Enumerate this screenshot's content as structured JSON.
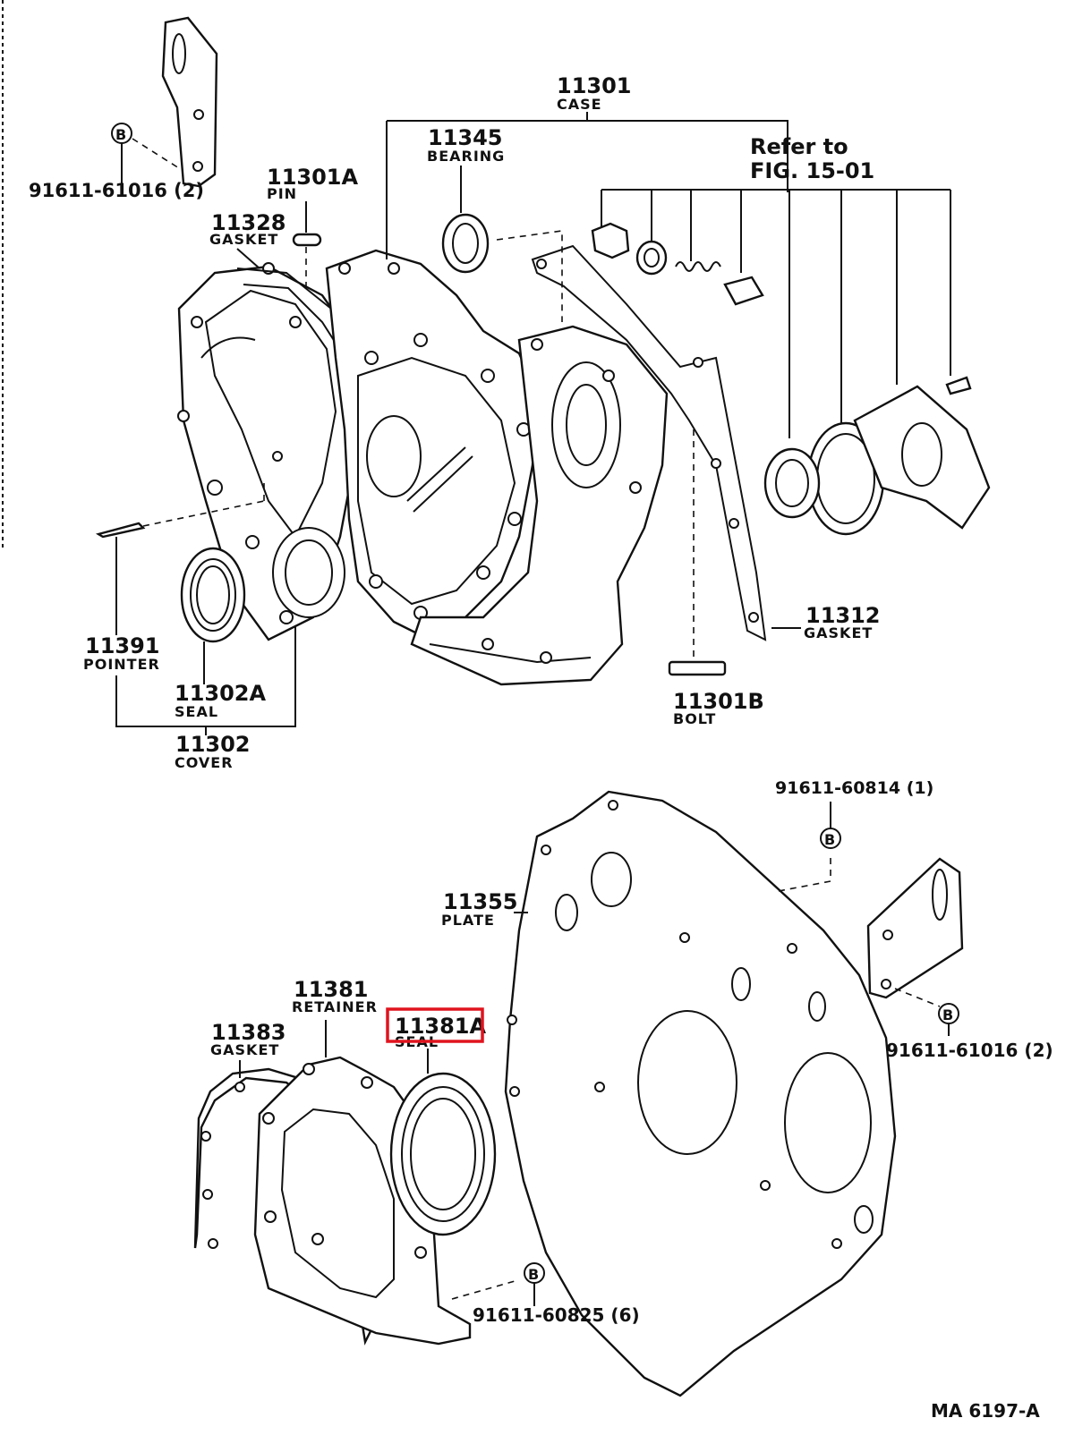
{
  "parts": {
    "p_91611_61016_top": {
      "number": "91611-61016 (2)"
    },
    "p_11301A": {
      "number": "11301A",
      "name": "PIN"
    },
    "p_11328": {
      "number": "11328",
      "name": "GASKET"
    },
    "p_11345": {
      "number": "11345",
      "name": "BEARING"
    },
    "p_11301": {
      "number": "11301",
      "name": "CASE"
    },
    "p_refer": {
      "line1": "Refer to",
      "line2": "FIG. 15-01"
    },
    "p_11391": {
      "number": "11391",
      "name": "POINTER"
    },
    "p_11302A": {
      "number": "11302A",
      "name": "SEAL"
    },
    "p_11302": {
      "number": "11302",
      "name": "COVER"
    },
    "p_11312": {
      "number": "11312",
      "name": "GASKET"
    },
    "p_11301B": {
      "number": "11301B",
      "name": "BOLT"
    },
    "p_91611_60814": {
      "number": "91611-60814 (1)"
    },
    "p_11355": {
      "number": "11355",
      "name": "PLATE"
    },
    "p_11381": {
      "number": "11381",
      "name": "RETAINER"
    },
    "p_11381A": {
      "number": "11381A",
      "name": "SEAL"
    },
    "p_11383": {
      "number": "11383",
      "name": "GASKET"
    },
    "p_91611_61016_right": {
      "number": "91611-61016 (2)"
    },
    "p_91611_60825": {
      "number": "91611-60825 (6)"
    }
  },
  "bolt_marker": "B",
  "figure_id": "MA 6197-A",
  "highlight": {
    "part": "11381A",
    "color": "#e0141e"
  }
}
